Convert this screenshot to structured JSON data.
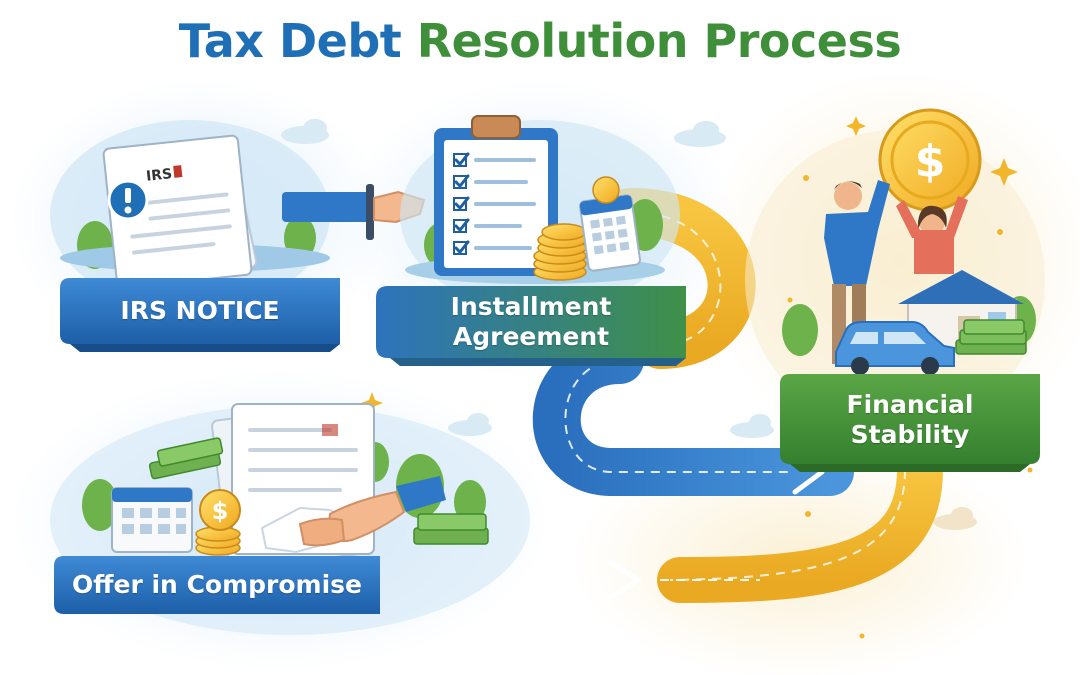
{
  "title": {
    "part1": "Tax Debt",
    "part2": "Resolution Process"
  },
  "stages": [
    {
      "id": "irs-notice",
      "label": "IRS NOTICE",
      "doc_mark": "IRS"
    },
    {
      "id": "installment-agreement",
      "line1": "Installment",
      "line2": "Agreement"
    },
    {
      "id": "financial-stability",
      "line1": "Financial",
      "line2": "Stability"
    },
    {
      "id": "offer-in-compromise",
      "label": "Offer in Compromise"
    }
  ],
  "colors": {
    "blue": "#1f6fb6",
    "green": "#3f8f3a",
    "road_blue": "#2f78c8",
    "road_yellow": "#f2b62b",
    "coin": "#f5c232"
  },
  "icons": [
    "document-icon",
    "alert-icon",
    "handshake-icon",
    "clipboard-icon",
    "checklist-icon",
    "coins-icon",
    "calendar-icon",
    "dollar-coin-icon",
    "people-icon",
    "house-icon",
    "car-icon",
    "cash-icon",
    "arrow-icon",
    "sparkle-icon",
    "cloud-icon",
    "tree-icon"
  ]
}
